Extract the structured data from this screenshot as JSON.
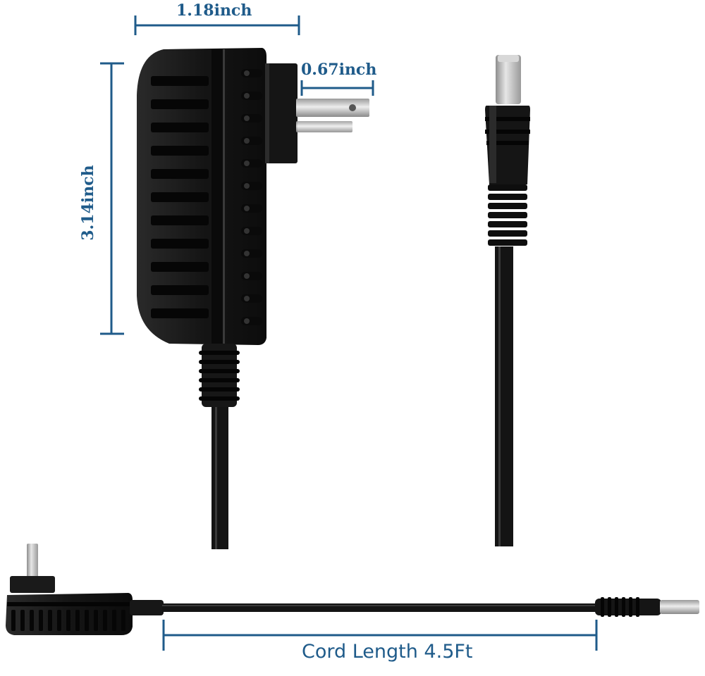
{
  "image": {
    "subject": "AC wall power adapter with DC barrel plug and dimension callouts",
    "colors": {
      "dimension_line": "#1f5b8a",
      "adapter_body": "#1b1b1b",
      "background": "#ffffff"
    }
  },
  "dimensions": {
    "width_label": "1.18inch",
    "prong_label": "0.67inch",
    "height_label": "3.14inch",
    "cord_label": "Cord Length 4.5Ft"
  }
}
